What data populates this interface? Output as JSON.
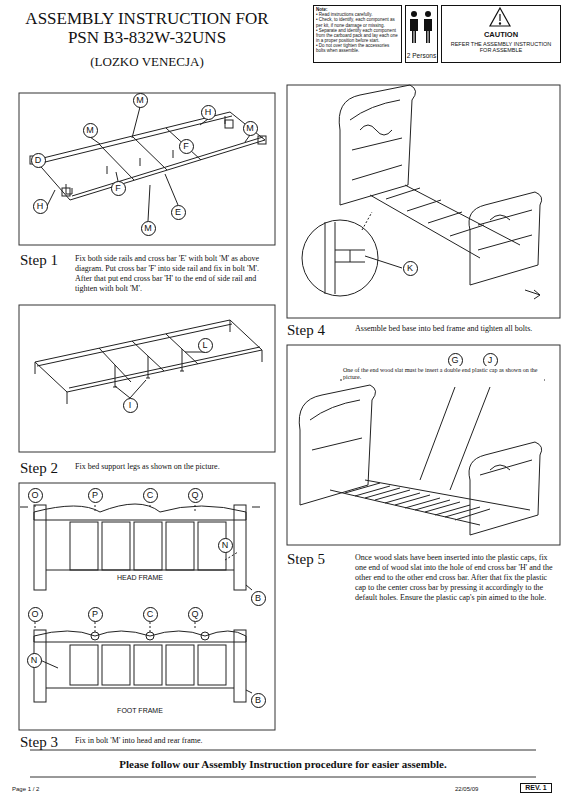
{
  "diagram": {
    "title": "ASSEMBLY INSTRUCTION FOR PSN B3-832W-32UNS",
    "nodes": [
      {
        "text": [
          "Note:",
          "• Read instructions carefully.",
          "• Check, to identify, each component as per kit, if none damage or missing.",
          "• Separate and identify each component from the carboard pack and lay each one in a proper position before start.",
          "• Do not over tighten the accessories bolts when assemble."
        ]
      },
      {
        "text": [
          "2 Persons"
        ]
      },
      {
        "text": [
          "CAUTION",
          "REFER THE ASSEMBLY INSTRUCTION FOR ASSEMBLE"
        ]
      },
      {
        "text": [
          "M"
        ]
      },
      {
        "text": [
          "H"
        ]
      },
      {
        "text": [
          "M"
        ]
      },
      {
        "text": [
          "M"
        ]
      },
      {
        "text": [
          "D"
        ]
      },
      {
        "text": [
          "F"
        ]
      },
      {
        "text": [
          "F"
        ]
      },
      {
        "text": [
          "H"
        ]
      },
      {
        "text": [
          "E"
        ]
      },
      {
        "text": [
          "M"
        ]
      },
      {
        "text": [
          "L"
        ]
      },
      {
        "text": [
          "I"
        ]
      },
      {
        "text": [
          "O"
        ]
      },
      {
        "text": [
          "P"
        ]
      },
      {
        "text": [
          "C"
        ]
      },
      {
        "text": [
          "Q"
        ]
      },
      {
        "text": [
          "N"
        ]
      },
      {
        "text": [
          "B"
        ]
      },
      {
        "text": [
          "O"
        ]
      },
      {
        "text": [
          "P"
        ]
      },
      {
        "text": [
          "C"
        ]
      },
      {
        "text": [
          "Q"
        ]
      },
      {
        "text": [
          "N"
        ]
      },
      {
        "text": [
          "B"
        ]
      },
      {
        "text": [
          "K"
        ]
      },
      {
        "text": [
          "G"
        ]
      },
      {
        "text": [
          "J"
        ]
      },
      {
        "text": [
          "Please follow our Assembly Instruction procedure for easier assemble."
        ]
      }
    ],
    "labels": [
      "(LOZKO VENECJA)",
      "Step 1",
      "Fix both side rails and cross bar 'E' with bolt 'M' as above diagram. Put cross bar 'F' into side rail and fix in bolt 'M'. After that put end cross bar 'H' to the end of side rail and tighten with bolt 'M'.",
      "Step 2",
      "Fix bed support legs as shown on the picture.",
      "Step 3",
      "Fix in bolt 'M' into head and rear frame.",
      "HEAD FRAME",
      "FOOT FRAME",
      "Step 4",
      "Assemble bed base into bed frame and tighten all bolts.",
      "Step 5",
      "Once wood slats have been inserted into the plastic caps, fix one end of wood slat into the hole of end cross bar 'H' and the other end to the other end cross bar. After that fix the plastic cap to the center cross bar by pressing it accordingly to the default holes. Ensure the plastic cap's pin aimed to the hole.",
      "One of the end wood slat must be insert a double end plastic cap as shown on the picture.",
      "Page 1 / 2",
      "22/05/09",
      "REV. 1"
    ]
  }
}
